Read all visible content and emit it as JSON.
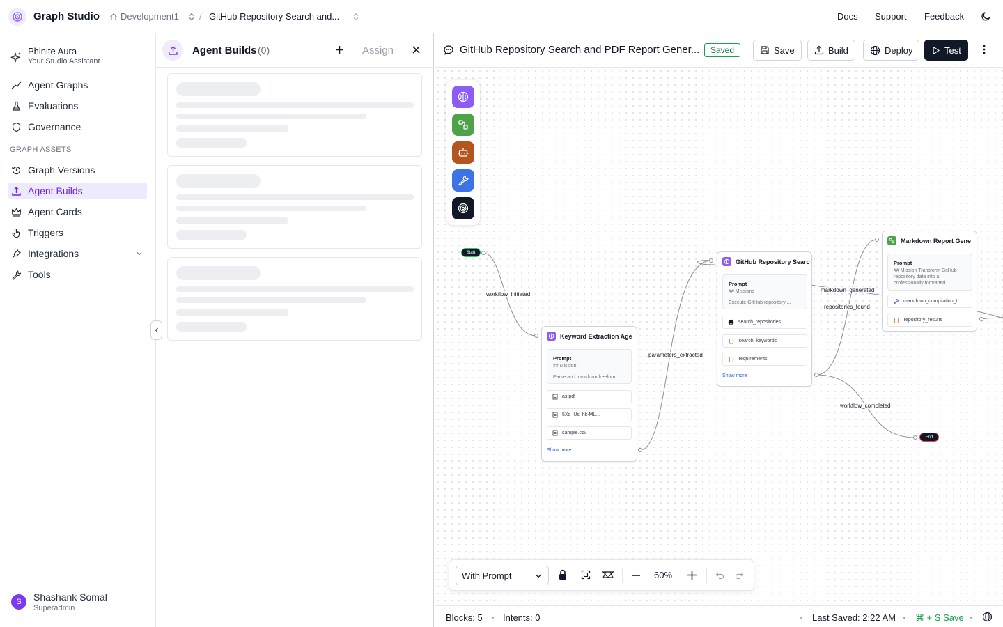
{
  "app": {
    "title": "Graph Studio"
  },
  "breadcrumb": {
    "environment": "Development1",
    "separator": "/",
    "project": "GitHub Repository Search and..."
  },
  "top_links": {
    "docs": "Docs",
    "support": "Support",
    "feedback": "Feedback"
  },
  "assistant": {
    "name": "Phinite Aura",
    "subtitle": "Your Studio Assistant"
  },
  "sidebar": {
    "items": [
      {
        "label": "Agent Graphs",
        "icon": "graph-icon"
      },
      {
        "label": "Evaluations",
        "icon": "flask-icon"
      },
      {
        "label": "Governance",
        "icon": "shield-icon"
      }
    ],
    "section_label": "GRAPH ASSETS",
    "assets": [
      {
        "label": "Graph Versions",
        "icon": "history-icon"
      },
      {
        "label": "Agent Builds",
        "icon": "upload-icon",
        "active": true
      },
      {
        "label": "Agent Cards",
        "icon": "crown-icon"
      },
      {
        "label": "Triggers",
        "icon": "pointer-icon"
      },
      {
        "label": "Integrations",
        "icon": "plug-icon",
        "expandable": true
      },
      {
        "label": "Tools",
        "icon": "wrench-icon"
      }
    ]
  },
  "user": {
    "initial": "S",
    "name": "Shashank Somal",
    "role": "Superadmin"
  },
  "panel": {
    "title": "Agent Builds",
    "count": "(0)",
    "assign_label": "Assign"
  },
  "graph": {
    "title": "GitHub Repository Search and PDF Report Gener...",
    "status": "Saved",
    "actions": {
      "save": "Save",
      "build": "Build",
      "deploy": "Deploy",
      "test": "Test"
    }
  },
  "canvas": {
    "start_label": "Start",
    "end_label": "End",
    "edges": {
      "workflow_initiated": "workflow_initiated",
      "parameters_extracted": "parameters_extracted",
      "markdown_generated": "markdown_generated",
      "repositories_found": "repositories_found",
      "workflow_completed": "workflow_completed"
    },
    "nodes": {
      "keyword": {
        "title": "Keyword Extraction Age",
        "prompt_title": "Prompt",
        "prompt_heading": "## Mission",
        "prompt_preview": "Parse and transform freeform ...",
        "rows": [
          "as.pdf",
          "5Xq_Us_hk-ML...",
          "sample.csv"
        ],
        "show_more": "Show more"
      },
      "github": {
        "title": "GitHub Repository Searc",
        "prompt_title": "Prompt",
        "prompt_heading": "## Missions",
        "prompt_preview": "Execute GitHub repository ...",
        "rows": [
          "search_repositories",
          "search_keywords",
          "requirements"
        ],
        "show_more": "Show more"
      },
      "markdown": {
        "title": "Markdown Report Gene",
        "prompt_title": "Prompt",
        "prompt_lines": [
          "## Mission Transform GitHub",
          "repository data into a",
          "professionally formatted..."
        ],
        "rows": [
          "markdown_compilation_t...",
          "repository_results"
        ]
      }
    }
  },
  "toolbar": {
    "mode": "With Prompt",
    "zoom": "60%"
  },
  "status_bar": {
    "blocks": "Blocks: 5",
    "intents": "Intents: 0",
    "last_saved": "Last Saved: 2:22 AM",
    "shortcut": "⌘ + S Save"
  },
  "colors": {
    "accent": "#7c3aed",
    "saved": "#16a34a",
    "palette": [
      "#8b5cf6",
      "#4ea24a",
      "#b4541e",
      "#3b74e6",
      "#111827"
    ]
  }
}
